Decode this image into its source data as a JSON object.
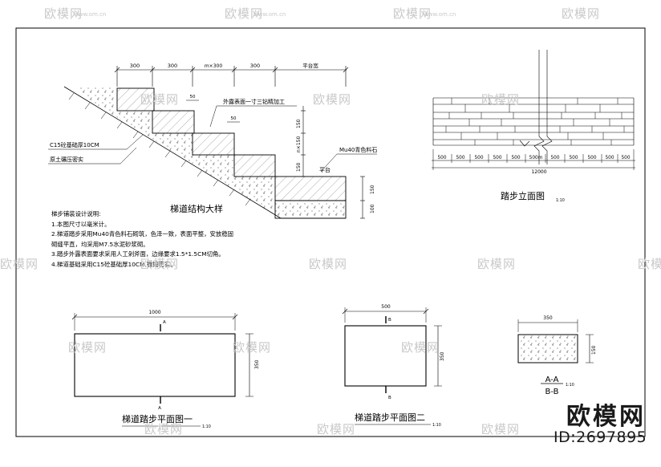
{
  "watermark": {
    "text": "欧模网",
    "url": "www.om.cn"
  },
  "brand": {
    "name": "欧模网",
    "id": "ID:2697895"
  },
  "section_detail": {
    "title": "梯道结构大样",
    "dims_top": [
      "300",
      "300",
      "m×300",
      "300",
      "平台宽"
    ],
    "dim_50a": "50",
    "dim_50b": "50",
    "dim_riser": "150",
    "dim_riser_n": "n×150",
    "dim_riser_b": "150",
    "dim_base_150": "150",
    "dim_base_100": "100",
    "label_finish": "外露表面一寸三钻精加工",
    "label_stone": "Mu40青色料石",
    "label_platform": "平台",
    "label_base": "C15砼基础厚10CM",
    "label_soil": "原土碾压密实"
  },
  "elevation": {
    "title": "踏步立面图",
    "scale": "1:10",
    "dims": [
      "500",
      "500",
      "500",
      "500",
      "500",
      "500m",
      "500",
      "500",
      "500",
      "500",
      "500"
    ],
    "total": "12000"
  },
  "notes": {
    "heading": "梯步铺装设计说明:",
    "items": [
      "1.本图尺寸以毫米计。",
      "2.梯道踏步采用Mu40青色料石砌筑，色泽一致，表面平整，安放稳固",
      "   砌缝平直，均采用M7.5水泥砂浆砌。",
      "3.踏步外露表面要求采用人工剁斧面，边缘要求1.5*1.5CM切角。",
      "4.梯道基础采用C15砼基础厚10CM,振捣密实。"
    ]
  },
  "plan1": {
    "title": "梯道踏步平面图一",
    "scale": "1:10",
    "dim_w": "1000",
    "dim_h": "350",
    "cut": "A"
  },
  "plan2": {
    "title": "梯道踏步平面图二",
    "scale": "1:10",
    "dim_w": "500",
    "dim_h": "350",
    "cut": "B"
  },
  "section_ab": {
    "top": "A-A",
    "bottom": "B-B",
    "scale": "1:10",
    "dim_w": "350",
    "dim_h": "150"
  }
}
